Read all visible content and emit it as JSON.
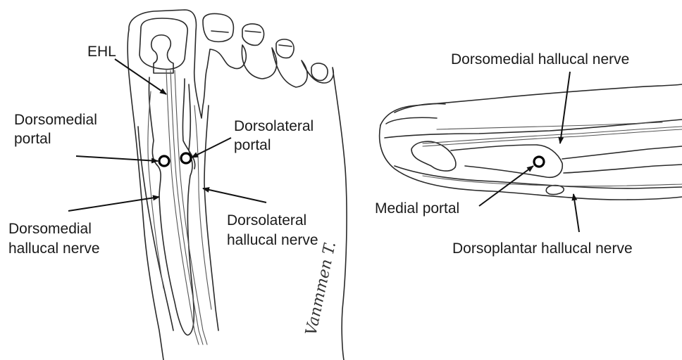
{
  "dorsal_view": {
    "labels": {
      "ehl": "EHL",
      "dorsomedial_portal": [
        "Dorsomedial",
        "portal"
      ],
      "dorsolateral_portal": [
        "Dorsolateral",
        "portal"
      ],
      "dorsomedial_hallucal_nerve": [
        "Dorsomedial",
        "hallucal nerve"
      ],
      "dorsolateral_hallucal_nerve": [
        "Dorsolateral",
        "hallucal nerve"
      ]
    },
    "signature": "Vanmmen T."
  },
  "medial_view": {
    "labels": {
      "dorsomedial_hallucal_nerve": "Dorsomedial hallucal nerve",
      "medial_portal": "Medial portal",
      "dorsoplantar_hallucal_nerve": "Dorsoplantar hallucal nerve"
    }
  },
  "colors": {
    "ink": "#1a1a1a",
    "background": "#ffffff"
  }
}
